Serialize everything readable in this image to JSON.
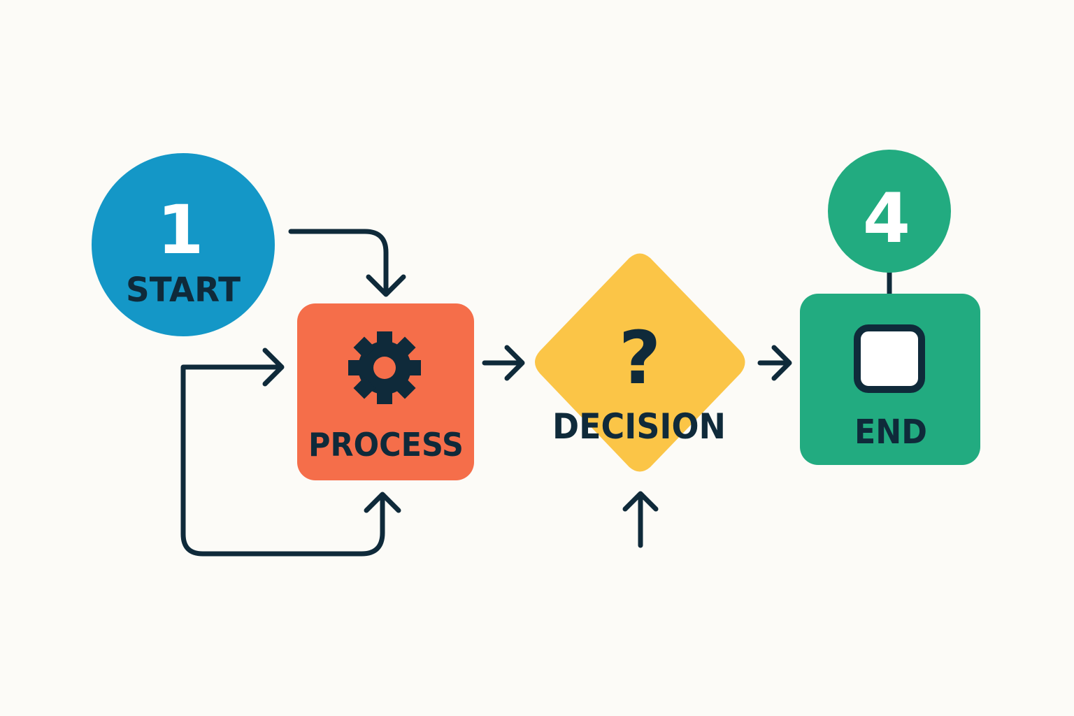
{
  "colors": {
    "background": "#fcfbf7",
    "start": "#1497c7",
    "process": "#f56e4a",
    "decision": "#fbc547",
    "end": "#22ab80",
    "ink": "#0f2a3a"
  },
  "nodes": {
    "start": {
      "number": "1",
      "label": "START",
      "shape": "circle"
    },
    "process": {
      "label": "PROCESS",
      "icon": "gear-icon",
      "shape": "rounded-square"
    },
    "decision": {
      "symbol": "?",
      "label": "DECISION",
      "shape": "diamond"
    },
    "end": {
      "number": "4",
      "label": "END",
      "icon": "stop-square-icon",
      "shape": "rounded-square"
    }
  },
  "connectors": [
    {
      "from": "start",
      "to": "process",
      "style": "elbow-arrow"
    },
    {
      "from": "process",
      "to": "process",
      "style": "loop-back-arrow"
    },
    {
      "from": "process",
      "to": "decision",
      "style": "arrow"
    },
    {
      "from": "decision",
      "to": "end",
      "style": "arrow"
    },
    {
      "from": "external",
      "to": "decision",
      "style": "up-arrow"
    },
    {
      "from": "end-badge",
      "to": "end",
      "style": "line"
    }
  ]
}
